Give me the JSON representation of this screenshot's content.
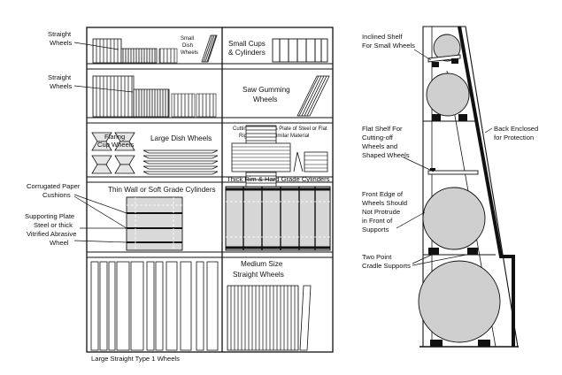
{
  "rack": {
    "left_labels": {
      "straight_wheels_1": [
        "Straight",
        "Wheels"
      ],
      "straight_wheels_2": [
        "Straight",
        "Wheels"
      ],
      "corrugated": [
        "Corrugated Paper",
        "Cushions"
      ],
      "supporting_plate": [
        "Supporting Plate",
        "Steel or thick",
        "Vitrified Abrasive",
        "Wheel"
      ]
    },
    "shelf_labels": {
      "small_dish": [
        "Small",
        "Dish",
        "Wheels"
      ],
      "small_cups": [
        "Small Cups",
        "& Cylinders"
      ],
      "saw_gumming": [
        "Saw Gumming",
        "Wheels"
      ],
      "flaring_cup": [
        "Flaring",
        "Cup Wheels"
      ],
      "large_dish": "Large Dish Wheels",
      "cutting_off": [
        "Cutting-Off Wheels Plate of Steel or Flat",
        "Rigid Support Similar Material"
      ],
      "thick_rim": "Thick Rim & Hard Grade Cylinders",
      "thin_wall": "Thin Wall or Soft Grade Cylinders",
      "medium_size": [
        "Medium Size",
        "Straight Wheels"
      ],
      "large_straight": "Large Straight Type 1 Wheels"
    }
  },
  "side_view": {
    "labels": {
      "inclined_shelf": [
        "Inclined Shelf",
        "For Small Wheels"
      ],
      "flat_shelf": [
        "Flat Shelf For",
        "Cutting-off",
        "Wheels and",
        "Shaped Wheels"
      ],
      "front_edge": [
        "Front Edge of",
        "Wheels Should",
        "Not Protrude",
        "in Front of",
        "Supports"
      ],
      "two_point": [
        "Two Point",
        "Cradle Supports"
      ],
      "back_enclosed": [
        "Back Enclosed",
        "for Protection"
      ]
    }
  },
  "colors": {
    "wheel_fill": "#cfcfcf",
    "line": "#111111",
    "support": "#111111"
  }
}
